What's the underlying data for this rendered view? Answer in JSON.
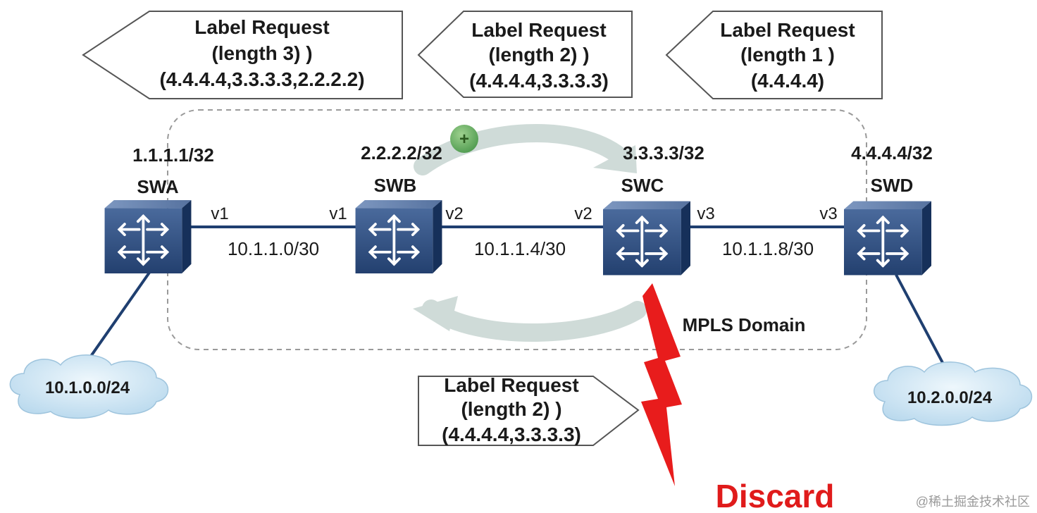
{
  "colors": {
    "link": "#1f3f70",
    "switch_face": "#2e4d80",
    "switch_side": "#16305a",
    "box_border": "#555555",
    "cloud_fill": "#cfe6f4",
    "discard": "#e01b1b",
    "arrow_flow": "#c9d6d3",
    "plus_badge": "#59a05a"
  },
  "top_messages": [
    {
      "lines": [
        "Label Request",
        "(length 3) )",
        "(4.4.4.4,3.3.3.3,2.2.2.2)"
      ]
    },
    {
      "lines": [
        "Label Request",
        "(length 2) )",
        "(4.4.4.4,3.3.3.3)"
      ]
    },
    {
      "lines": [
        "Label Request",
        "(length 1 )",
        "(4.4.4.4)"
      ]
    }
  ],
  "bottom_message": {
    "lines": [
      "Label Request",
      "(length 2) )",
      "(4.4.4.4,3.3.3.3)"
    ]
  },
  "switches": [
    {
      "name": "SWA",
      "loopback": "1.1.1.1/32"
    },
    {
      "name": "SWB",
      "loopback": "2.2.2.2/32"
    },
    {
      "name": "SWC",
      "loopback": "3.3.3.3/32"
    },
    {
      "name": "SWD",
      "loopback": "4.4.4.4/32"
    }
  ],
  "links": [
    {
      "left_if": "v1",
      "right_if": "v1",
      "subnet": "10.1.1.0/30"
    },
    {
      "left_if": "v2",
      "right_if": "v2",
      "subnet": "10.1.1.4/30"
    },
    {
      "left_if": "v3",
      "right_if": "v3",
      "subnet": "10.1.1.8/30"
    }
  ],
  "clouds": [
    {
      "label": "10.1.0.0/24"
    },
    {
      "label": "10.2.0.0/24"
    }
  ],
  "domain_label": "MPLS Domain",
  "discard_label": "Discard",
  "watermark": "@稀土掘金技术社区",
  "icons": {
    "switch": "switch-icon",
    "plus_badge": "plus-icon",
    "lightning": "lightning-icon",
    "cloud": "cloud-icon",
    "loop_arrow": "loop-arrow-icon"
  }
}
